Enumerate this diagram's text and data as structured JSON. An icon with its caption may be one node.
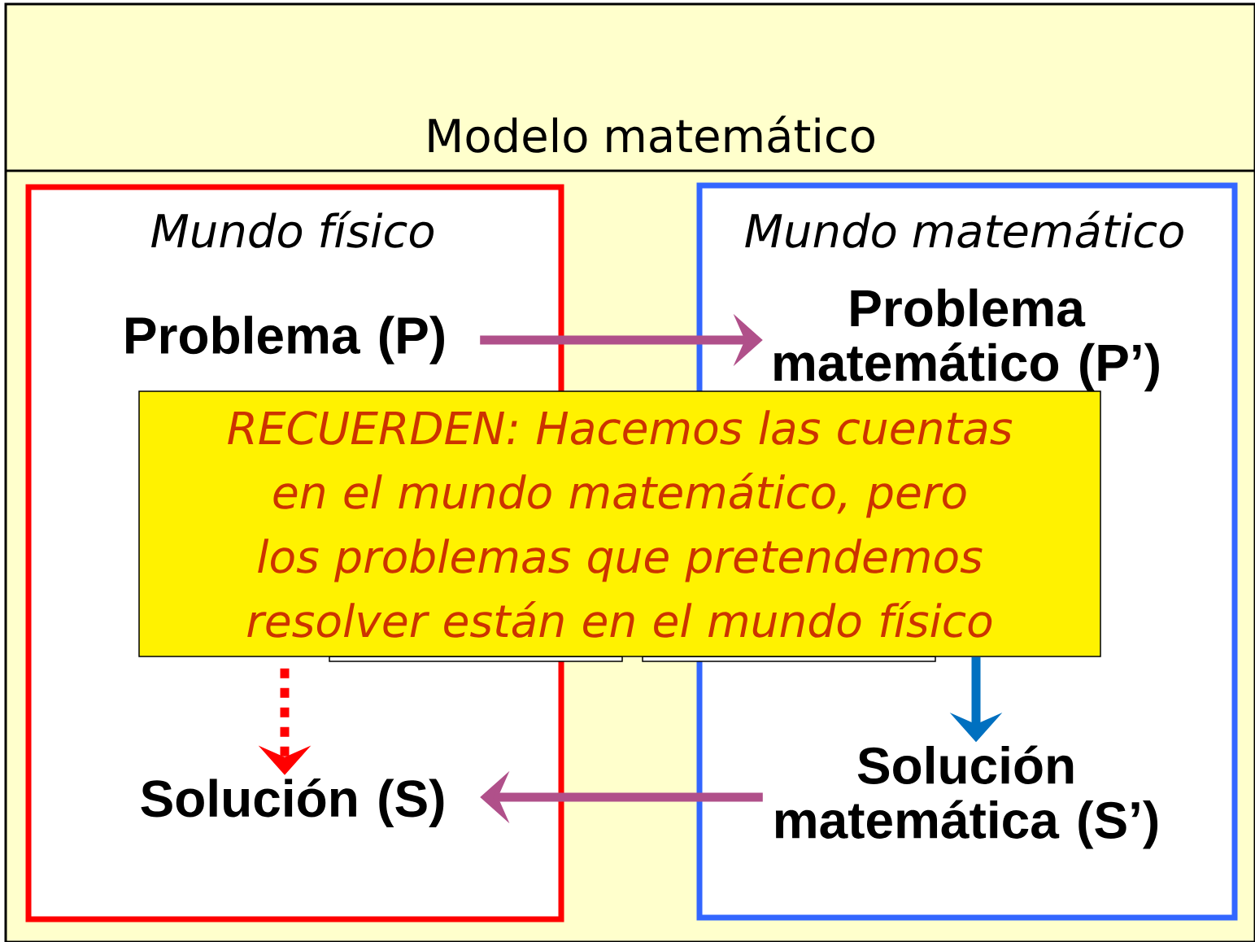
{
  "diagram": {
    "nodes": [
      {
        "text": [
          "Modelo matemático"
        ]
      },
      {
        "text": [
          "Mundo físico"
        ],
        "in": 0
      },
      {
        "text": [
          "Mundo matemático"
        ],
        "in": 0
      },
      {
        "text": [
          "Problema (P)"
        ],
        "in": 1
      },
      {
        "text": [
          "Problema matemático (P’)"
        ],
        "in": 2
      },
      {
        "text": [
          "Solución (S)"
        ],
        "in": 1
      },
      {
        "text": [
          "Solución matemática (S’)"
        ],
        "in": 2
      },
      {
        "text": [],
        "shape": "bar",
        "in": 0
      },
      {
        "text": [],
        "shape": "bar",
        "in": 0
      },
      {
        "text": [
          "RECUERDEN:  Hacemos las cuentas en el mundo matemático,  pero los problemas que pretendemos resolver están en el mundo físico"
        ],
        "in": 0
      }
    ],
    "edges": [
      {
        "from": 3,
        "to": 4,
        "arrow": "to",
        "color": "#b0508a"
      },
      {
        "from": 6,
        "to": 5,
        "arrow": "to",
        "color": "#b0508a"
      },
      {
        "from": 9,
        "to": 5,
        "arrow": "to",
        "style": "dashed",
        "color": "#ff0000"
      },
      {
        "from": 9,
        "to": 6,
        "arrow": "to",
        "color": "#0070c0"
      }
    ]
  }
}
